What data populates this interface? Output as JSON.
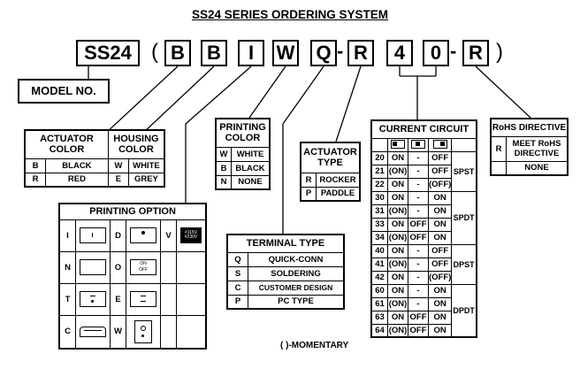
{
  "title": "SS24 SERIES ORDERING SYSTEM",
  "ordering_code": {
    "model": "SS24",
    "open_paren": "(",
    "close_paren": ")",
    "dash": "-",
    "codes": [
      "B",
      "B",
      "I",
      "W",
      "Q",
      "R",
      "4",
      "0",
      "R"
    ]
  },
  "model_no": "MODEL NO.",
  "actuator_color": {
    "header": [
      "ACTUATOR",
      "COLOR"
    ],
    "rows": [
      [
        "B",
        "BLACK"
      ],
      [
        "R",
        "RED"
      ]
    ]
  },
  "housing_color": {
    "header": [
      "HOUSING",
      "COLOR"
    ],
    "rows": [
      [
        "W",
        "WHITE"
      ],
      [
        "E",
        "GREY"
      ]
    ]
  },
  "printing_color": {
    "header": [
      "PRINTING",
      "COLOR"
    ],
    "rows": [
      [
        "W",
        "WHITE"
      ],
      [
        "B",
        "BLACK"
      ],
      [
        "N",
        "NONE"
      ]
    ]
  },
  "actuator_type": {
    "header": [
      "ACTUATOR",
      "TYPE"
    ],
    "rows": [
      [
        "R",
        "ROCKER"
      ],
      [
        "P",
        "PADDLE"
      ]
    ]
  },
  "printing_option": {
    "header": "PRINTING OPTION",
    "rows": [
      [
        {
          "code": "I",
          "icon": "i-line-icon"
        },
        {
          "code": "D",
          "icon": "dot-icon"
        },
        {
          "code": "V",
          "icon": "voltage-label-icon",
          "icon_text": [
            "#115V",
            "#230V"
          ]
        }
      ],
      [
        {
          "code": "N",
          "icon": "blank-icon"
        },
        {
          "code": "O",
          "icon": "on-off-text-icon",
          "icon_text": [
            "ON",
            "OFF"
          ]
        },
        {
          "code": "",
          "icon": ""
        }
      ],
      [
        {
          "code": "T",
          "icon": "bar-dot-icon"
        },
        {
          "code": "E",
          "icon": "bars-icon"
        },
        {
          "code": "",
          "icon": ""
        }
      ],
      [
        {
          "code": "C",
          "icon": "side-view-icon"
        },
        {
          "code": "W",
          "icon": "circle-dot-icon"
        },
        {
          "code": "",
          "icon": ""
        }
      ]
    ]
  },
  "terminal_type": {
    "header": "TERMINAL TYPE",
    "rows": [
      [
        "Q",
        "QUICK-CONN"
      ],
      [
        "S",
        "SOLDERING"
      ],
      [
        "C",
        "CUSTOMER DESIGN"
      ],
      [
        "P",
        "PC TYPE"
      ]
    ]
  },
  "current_circuit": {
    "header": "CURRENT CIRCUIT",
    "position_icons": [
      "switch-left-icon",
      "switch-center-icon",
      "switch-right-icon"
    ],
    "groups": [
      {
        "type": "SPST",
        "rows": [
          [
            "20",
            "ON",
            "-",
            "OFF"
          ],
          [
            "21",
            "(ON)",
            "-",
            "OFF"
          ],
          [
            "22",
            "ON",
            "-",
            "(OFF)"
          ]
        ]
      },
      {
        "type": "SPDT",
        "rows": [
          [
            "30",
            "ON",
            "-",
            "ON"
          ],
          [
            "31",
            "(ON)",
            "-",
            "ON"
          ],
          [
            "33",
            "ON",
            "OFF",
            "ON"
          ],
          [
            "34",
            "(ON)",
            "OFF",
            "ON"
          ]
        ]
      },
      {
        "type": "DPST",
        "rows": [
          [
            "40",
            "ON",
            "-",
            "OFF"
          ],
          [
            "41",
            "(ON)",
            "-",
            "OFF"
          ],
          [
            "42",
            "ON",
            "-",
            "(OFF)"
          ]
        ]
      },
      {
        "type": "DPDT",
        "rows": [
          [
            "60",
            "ON",
            "-",
            "ON"
          ],
          [
            "61",
            "(ON)",
            "-",
            "ON"
          ],
          [
            "63",
            "ON",
            "OFF",
            "ON"
          ],
          [
            "64",
            "(ON)",
            "OFF",
            "ON"
          ]
        ]
      }
    ]
  },
  "rohs": {
    "header": "RoHS DIRECTIVE",
    "rows": [
      [
        "R",
        "MEET RoHS DIRECTIVE"
      ],
      [
        "",
        "NONE"
      ]
    ]
  },
  "momentary_note": "( )-MOMENTARY"
}
